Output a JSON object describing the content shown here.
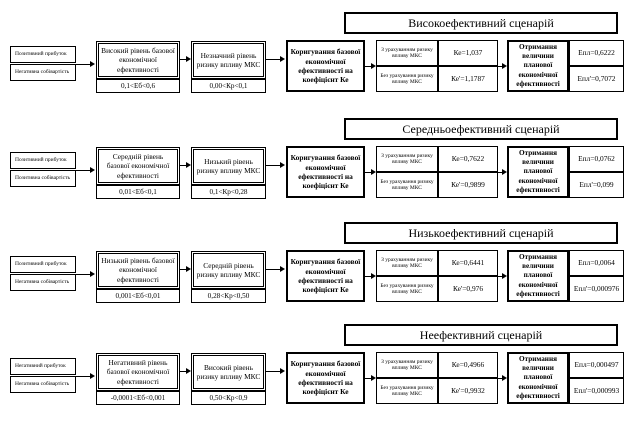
{
  "scenarios": [
    {
      "title": "Високоефективний сценарій",
      "inputs": [
        "Позитивний прибуток",
        "Негативна собівартість"
      ],
      "level": "Високий рівень базової економічної ефективності",
      "level_cond": "0,1<Еб<0,6",
      "risk": "Незначний рівень ризику впливу МКС",
      "risk_cond": "0,00<Кр<0,1",
      "correction": "Коригування базової економічної ефективності на коефіцієнт Ке",
      "with_risk": "З урахуванням ризику впливу МКС",
      "without_risk": "Без урахування ризику впливу МКС",
      "ke": "Ке=1,037",
      "ke2": "Ке'=1,1787",
      "obtain": "Отримання величини планової економічної ефективності",
      "epl": "Епл=0,6222",
      "epl2": "Епл'=0,7072"
    },
    {
      "title": "Середньоефективний сценарій",
      "inputs": [
        "Позитивний прибуток",
        "Позитивна собівартість"
      ],
      "level": "Середній рівень базової економічної ефективності",
      "level_cond": "0,01<Еб<0,1",
      "risk": "Низький рівень ризику впливу МКС",
      "risk_cond": "0,1<Кр<0,28",
      "correction": "Коригування базової економічної ефективності на коефіцієнт Ке",
      "with_risk": "З урахуванням ризику впливу МКС",
      "without_risk": "Без урахування ризику впливу МКС",
      "ke": "Ке=0,7622",
      "ke2": "Ке'=0,9899",
      "obtain": "Отримання величини планової економічної ефективності",
      "epl": "Епл=0,0762",
      "epl2": "Епл'=0,099"
    },
    {
      "title": "Низькоефективний сценарій",
      "inputs": [
        "Позитивний прибуток",
        "Негативна собівартість"
      ],
      "level": "Низький рівень базової економічної ефективності",
      "level_cond": "0,001<Еб<0,01",
      "risk": "Середній рівень ризику впливу МКС",
      "risk_cond": "0,28<Кр<0,50",
      "correction": "Коригування базової економічної ефективності на коефіцієнт Ке",
      "with_risk": "З урахуванням ризику впливу МКС",
      "without_risk": "Без урахування ризику впливу МКС",
      "ke": "Ке=0,6441",
      "ke2": "Ке'=0,976",
      "obtain": "Отримання величини планової економічної ефективності",
      "epl": "Епл=0,0064",
      "epl2": "Епл'=0,000976"
    },
    {
      "title": "Неефективний сценарій",
      "inputs": [
        "Негативний прибуток",
        "Негативна собівартість"
      ],
      "level": "Негативний рівень базової економічної ефективності",
      "level_cond": "-0,0001<Еб<0,001",
      "risk": "Високий рівень ризику впливу МКС",
      "risk_cond": "0,50<Кр<0,9",
      "correction": "Коригування базової економічної ефективності на коефіцієнт Ке",
      "with_risk": "З урахуванням ризику впливу МКС",
      "without_risk": "Без урахування ризику впливу МКС",
      "ke": "Ке=0,4966",
      "ke2": "Ке'=0,9932",
      "obtain": "Отримання величини планової економічної ефективності",
      "epl": "Епл=0,000497",
      "epl2": "Епл'=0,000993"
    }
  ]
}
